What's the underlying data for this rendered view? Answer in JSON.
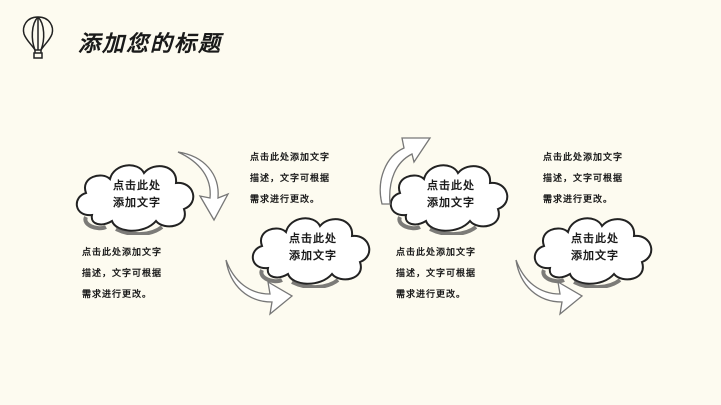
{
  "header": {
    "title": "添加您的标题",
    "icon": "hot-air-balloon-icon"
  },
  "items": [
    {
      "cloud_line1": "点击此处",
      "cloud_line2": "添加文字",
      "desc_line1": "点击此处添加文字",
      "desc_line2": "描述，文字可根据",
      "desc_line3": "需求进行更改。"
    },
    {
      "cloud_line1": "点击此处",
      "cloud_line2": "添加文字",
      "desc_line1": "点击此处添加文字",
      "desc_line2": "描述，文字可根据",
      "desc_line3": "需求进行更改。"
    },
    {
      "cloud_line1": "点击此处",
      "cloud_line2": "添加文字",
      "desc_line1": "点击此处添加文字",
      "desc_line2": "描述，文字可根据",
      "desc_line3": "需求进行更改。"
    },
    {
      "cloud_line1": "点击此处",
      "cloud_line2": "添加文字",
      "desc_line1": "点击此处添加文字",
      "desc_line2": "描述，文字可根据",
      "desc_line3": "需求进行更改。"
    }
  ]
}
